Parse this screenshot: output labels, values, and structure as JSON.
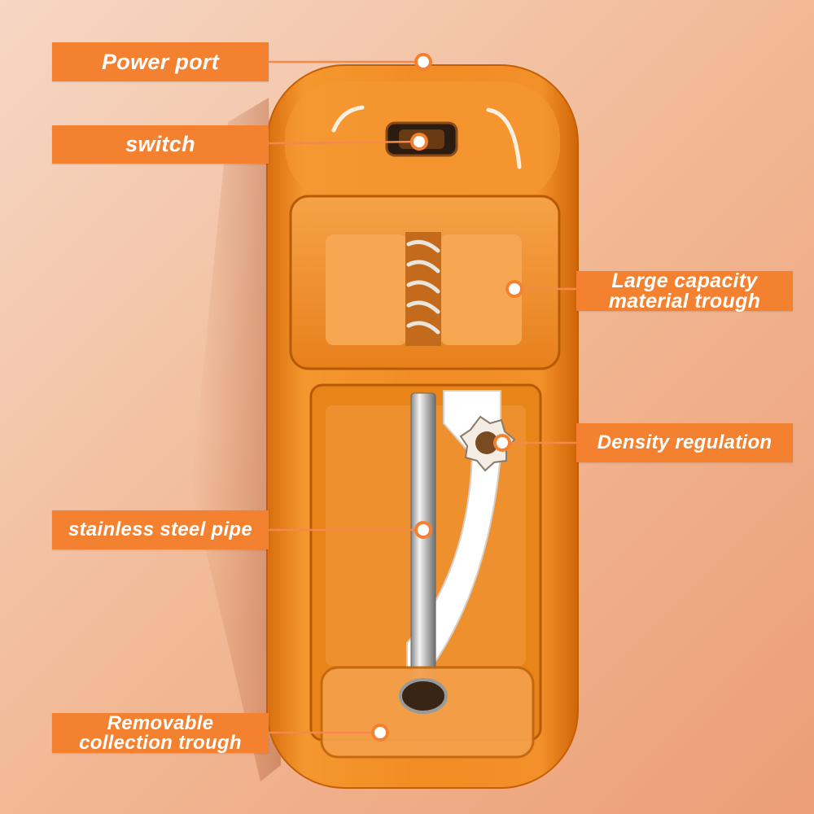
{
  "labels": {
    "power_port": "Power port",
    "switch": "switch",
    "material_trough": [
      "Large capacity",
      "material trough"
    ],
    "density_regulation": "Density regulation",
    "steel_pipe": "stainless steel pipe",
    "collection_trough": [
      "Removable",
      "collection trough"
    ]
  },
  "colors": {
    "label_background": "#f3812f",
    "label_text": "#ffffff",
    "device_body": "#f08a22",
    "leader_line": "#f5884a"
  }
}
